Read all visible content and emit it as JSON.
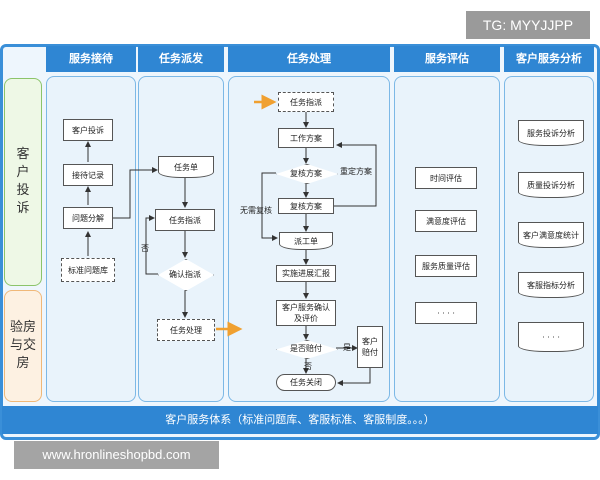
{
  "watermark_top": "TG: MYYJJPP",
  "watermark_bottom": "www.hronlineshopbd.com",
  "headers": [
    "服务接待",
    "任务派发",
    "任务处理",
    "服务评估",
    "客户服务分析"
  ],
  "side_lanes": [
    "客户投诉",
    "验房与交房"
  ],
  "reception": {
    "complaint": "客户投诉",
    "record": "接待记录",
    "decompose": "问题分解",
    "library": "标准问题库"
  },
  "dispatch": {
    "task_list": "任务单",
    "assign": "任务指派",
    "confirm": "确认指派",
    "no": "否",
    "process": "任务处理"
  },
  "handling": {
    "assign": "任务指派",
    "plan": "工作方案",
    "review1": "复核方案",
    "revise": "重定方案",
    "no_review": "无需复核",
    "review2": "复核方案",
    "work_order": "派工单",
    "progress": "实施进展汇报",
    "confirm_eval": "客户服务确认及评价",
    "compensate_q": "是否赔付",
    "yes": "是",
    "no": "否",
    "compensate": "客户赔付",
    "close": "任务关闭"
  },
  "evaluation": [
    "时间评估",
    "满意度评估",
    "服务质量评估",
    "· · · ·"
  ],
  "analysis": [
    "服务投诉分析",
    "质量投诉分析",
    "客户满意度统计",
    "客服指标分析",
    "· · · ·"
  ],
  "footer": "客户服务体系（标准问题库、客服标准、客服制度。。。）",
  "colors": {
    "accent": "#2f86d3",
    "lane_border": "#7cb8e6",
    "arrow_orange": "#f0a030"
  }
}
